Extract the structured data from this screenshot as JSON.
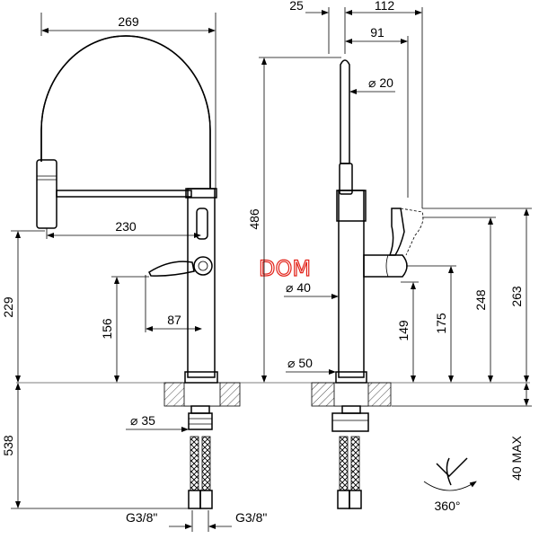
{
  "brand": {
    "name": "DOM"
  },
  "front_view": {
    "dims": {
      "overall_width": "269",
      "spout_reach": "230",
      "lever_reach": "87",
      "lever_height": "156",
      "spout_height": "229",
      "below_deck": "538",
      "shank_diameter": "⌀ 35",
      "inlet_left": "G3/8\"",
      "inlet_right": "G3/8\""
    }
  },
  "side_view": {
    "dims": {
      "offset": "25",
      "depth": "112",
      "spout_offset": "91",
      "spout_diameter": "⌀ 20",
      "total_height": "486",
      "body_diameter": "⌀ 40",
      "base_diameter": "⌀ 50",
      "lever_height": "149",
      "handle_height": "175",
      "outlet_height": "248",
      "max_height": "263",
      "deck_thickness": "40 MAX",
      "rotation": "360°"
    }
  }
}
